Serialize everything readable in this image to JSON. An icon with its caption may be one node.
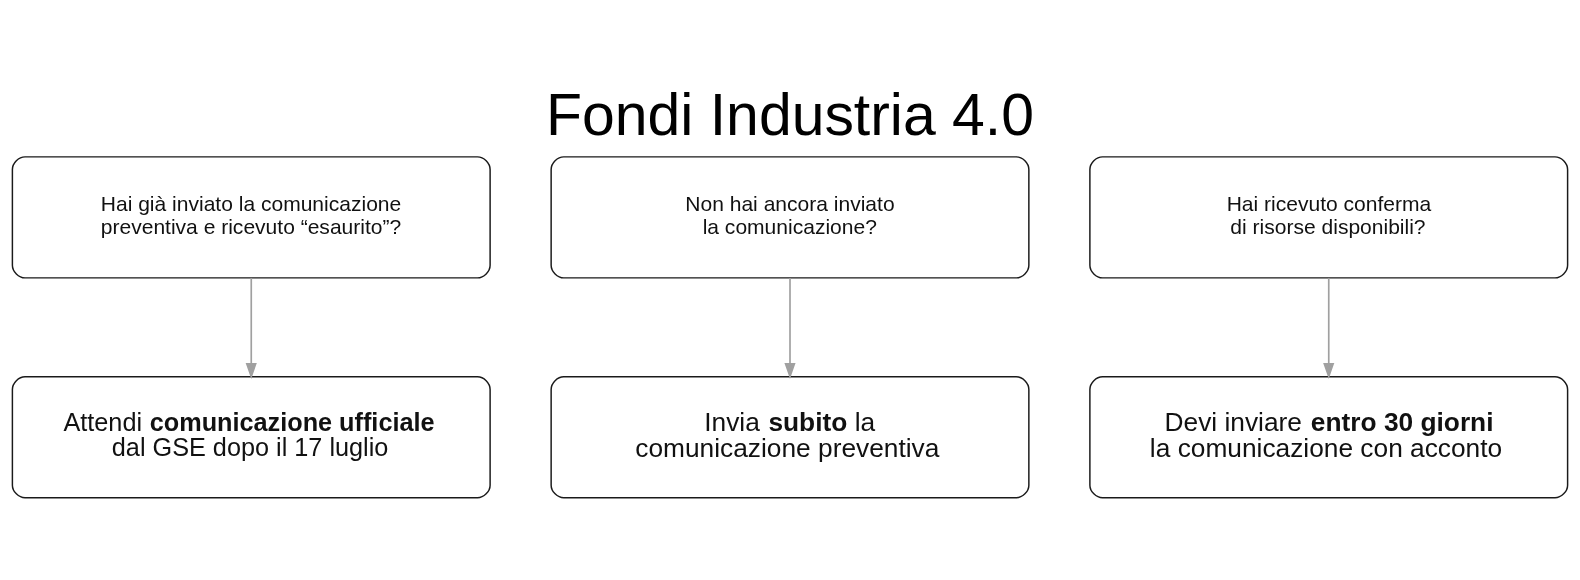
{
  "diagram": {
    "title": "Fondi Industria 4.0",
    "nodes": [
      {
        "text": [
          "Hai già inviato la comunicazione preventiva e ricevuto “esaurito”?"
        ]
      },
      {
        "text": [
          "Non hai ancora inviato la comunicazione?"
        ]
      },
      {
        "text": [
          "Hai ricevuto conferma di risorse disponibili?"
        ]
      },
      {
        "text": [
          "Attendi **comunicazione ufficiale** dal GSE dopo il 17 luglio"
        ]
      },
      {
        "text": [
          "Invia **subito** la comunicazione preventiva"
        ]
      },
      {
        "text": [
          "Devi inviare **entro 30 giorni** la comunicazione con acconto"
        ]
      }
    ],
    "edges": [
      {
        "from": 0,
        "to": 3,
        "arrow": "to"
      },
      {
        "from": 1,
        "to": 4,
        "arrow": "to"
      },
      {
        "from": 2,
        "to": 5,
        "arrow": "to"
      }
    ]
  }
}
